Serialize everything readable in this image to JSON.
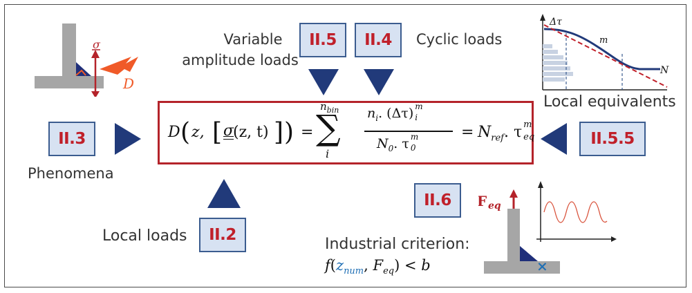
{
  "tags": {
    "ii5": "II.5",
    "ii4": "II.4",
    "ii3": "II.3",
    "ii2": "II.2",
    "ii6": "II.6",
    "ii55": "II.5.5"
  },
  "labels": {
    "variable_line1": "Variable",
    "variable_line2": "amplitude loads",
    "cyclic": "Cyclic loads",
    "local_equivalents": "Local equivalents",
    "phenomena": "Phenomena",
    "local_loads": "Local loads",
    "industrial_criterion": "Industrial criterion:"
  },
  "equation": {
    "D": "D",
    "z": "z,",
    "sigma": "σ",
    "args": "(z, t)",
    "eq1": "=",
    "sum": "∑",
    "nbin": "n",
    "nbin_sub": "bin",
    "i_lower": "i",
    "num_n": "n",
    "num_i": "i",
    "num_dot": ". (Δτ)",
    "num_m": "m",
    "num_i2": "i",
    "den": "N",
    "den_sub": "0",
    "den_tau": ". τ",
    "den_m": "m",
    "den_0": "0",
    "eq2": "=",
    "Nref": "N",
    "Nref_sub": "ref",
    "tau": ". τ",
    "tau_sup": "m",
    "tau_sub": "eq"
  },
  "criterion": {
    "f": "f",
    "z": "z",
    "z_sub": "num",
    "F": "F",
    "F_sub": "eq",
    "lt": "< b"
  },
  "icons": {
    "weld_sigma": "σ",
    "weld_D": "D",
    "curve_dtau": "Δτ",
    "curve_m": "m",
    "curve_N": "N",
    "feq": "F",
    "feq_sub": "eq",
    "cross": "×"
  },
  "colors": {
    "tag_fill": "#d7e2f2",
    "tag_border": "#3b5c8f",
    "tag_text": "#c0202a",
    "arrow": "#213a7a",
    "box_border": "#b4232a",
    "accent_blue": "#1f6fb5",
    "crack_orange": "#f05a28"
  }
}
